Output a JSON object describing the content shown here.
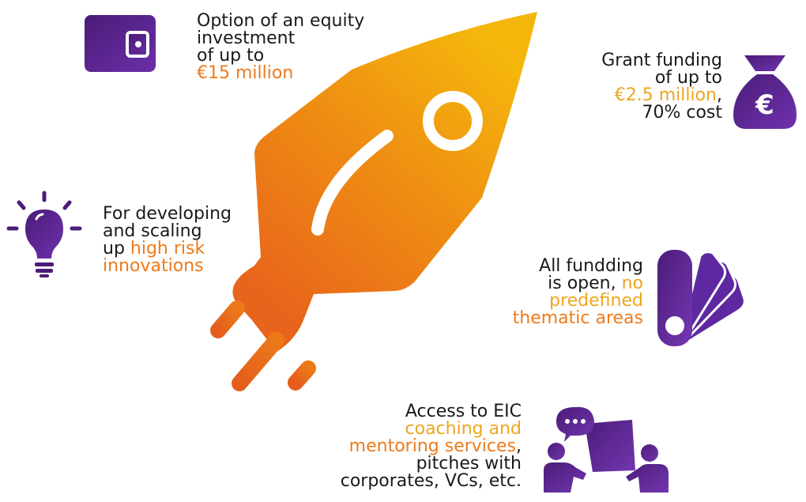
{
  "colors": {
    "purple_dark": "#4c1c78",
    "purple_light": "#7436b2",
    "orange": "#ec6b1c",
    "yellow": "#f3b10d",
    "text": "#1a1a1a",
    "highlight_orange": "#ee7a1a",
    "highlight_yellow": "#eda61e"
  },
  "features": {
    "equity": {
      "icon": "wallet-icon",
      "line1": "Option of an equity",
      "line2": "investment",
      "line3": "of up to",
      "highlight": "€15 million"
    },
    "grant": {
      "icon": "money-bag-euro-icon",
      "line1": "Grant funding",
      "line2": "of up to",
      "highlight": "€2.5 million",
      "highlight_suffix": ",",
      "line4": "70% cost"
    },
    "innovation": {
      "icon": "lightbulb-icon",
      "line1": "For developing",
      "line2": "and scaling",
      "line3_prefix": "up ",
      "highlight1": "high risk",
      "highlight2": "innovations"
    },
    "open": {
      "icon": "swatch-fan-icon",
      "line1": "All fundding",
      "line2_prefix": "is open, ",
      "highlight1": "no",
      "highlight2": "predefined",
      "highlight3": "thematic areas"
    },
    "coaching": {
      "icon": "mentoring-icon",
      "line1": "Access to EIC",
      "highlight1": "coaching and",
      "highlight2": "mentoring services",
      "highlight2_suffix": ",",
      "line4": "pitches with",
      "line5": "corporates, VCs, etc."
    }
  },
  "rocket": {
    "icon": "rocket-icon"
  }
}
